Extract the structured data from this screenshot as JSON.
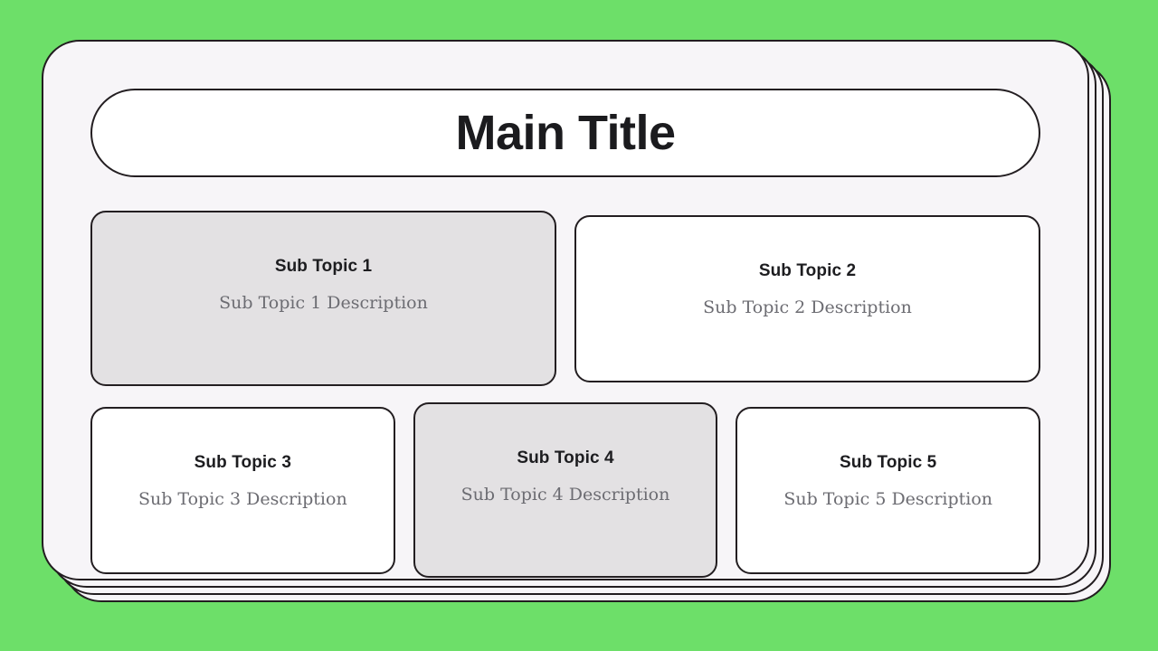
{
  "theme": {
    "background_color": "#6ddf69",
    "panel_color": "#f7f5f8",
    "border_color": "#231e21",
    "card_color": "#ffffff",
    "card_highlight_color": "#e3e1e3",
    "title_text_color": "#1b1b1e",
    "description_text_color": "#6c6c72"
  },
  "slide": {
    "title": "Main Title",
    "layers": 4,
    "cards": [
      {
        "title": "Sub Topic 1",
        "description": "Sub Topic 1 Description",
        "highlighted": true,
        "row": 1
      },
      {
        "title": "Sub Topic 2",
        "description": "Sub Topic 2 Description",
        "highlighted": false,
        "row": 1
      },
      {
        "title": "Sub Topic 3",
        "description": "Sub Topic 3 Description",
        "highlighted": false,
        "row": 2
      },
      {
        "title": "Sub Topic 4",
        "description": "Sub Topic 4 Description",
        "highlighted": true,
        "row": 2
      },
      {
        "title": "Sub Topic 5",
        "description": "Sub Topic 5 Description",
        "highlighted": false,
        "row": 2
      }
    ]
  }
}
